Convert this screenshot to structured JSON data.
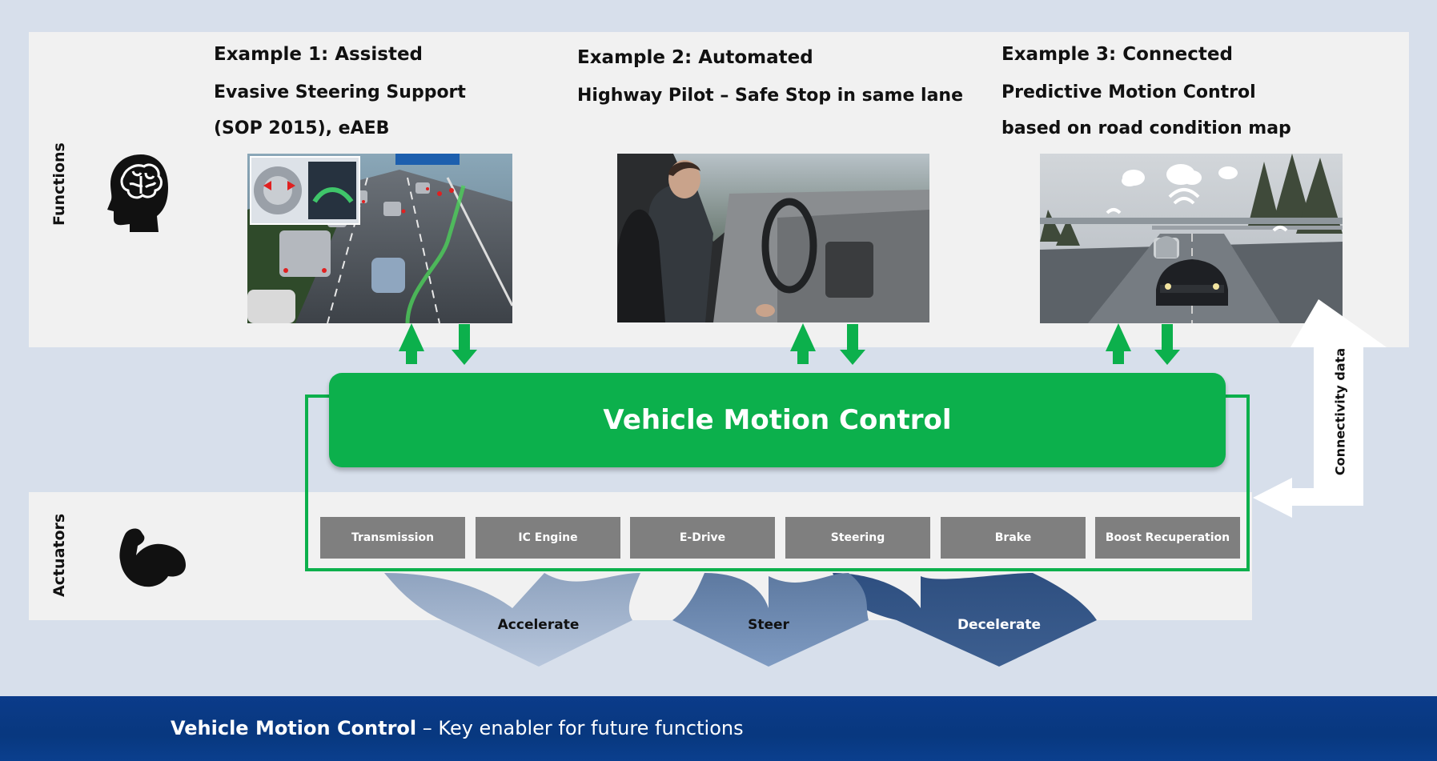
{
  "side_labels": {
    "functions": "Functions",
    "actuators": "Actuators"
  },
  "examples": [
    {
      "title": "Example 1:  Assisted",
      "line1": "Evasive Steering Support",
      "line2": "(SOP 2015), eAEB"
    },
    {
      "title": "Example 2:  Automated",
      "line1": "Highway Pilot – Safe Stop in same lane",
      "line2": ""
    },
    {
      "title": "Example 3: Connected",
      "line1": "Predictive Motion Control",
      "line2": "based on road condition map"
    }
  ],
  "vmc_title": "Vehicle Motion Control",
  "connectivity_label": "Connectivity data",
  "actuators": [
    "Transmission",
    "IC Engine",
    "E-Drive",
    "Steering",
    "Brake",
    "Boost Recuperation"
  ],
  "outputs": [
    {
      "label": "Accelerate",
      "color": "#a9bbd6"
    },
    {
      "label": "Steer",
      "color": "#6f8cb4"
    },
    {
      "label": "Decelerate",
      "color": "#3c5f8f"
    }
  ],
  "footer": {
    "bold": "Vehicle Motion Control",
    "rest": " – Key enabler for future functions"
  },
  "colors": {
    "accent_green": "#0cb04c",
    "footer_blue": "#0a3a88",
    "actuator_gray": "#7f7f7f"
  }
}
